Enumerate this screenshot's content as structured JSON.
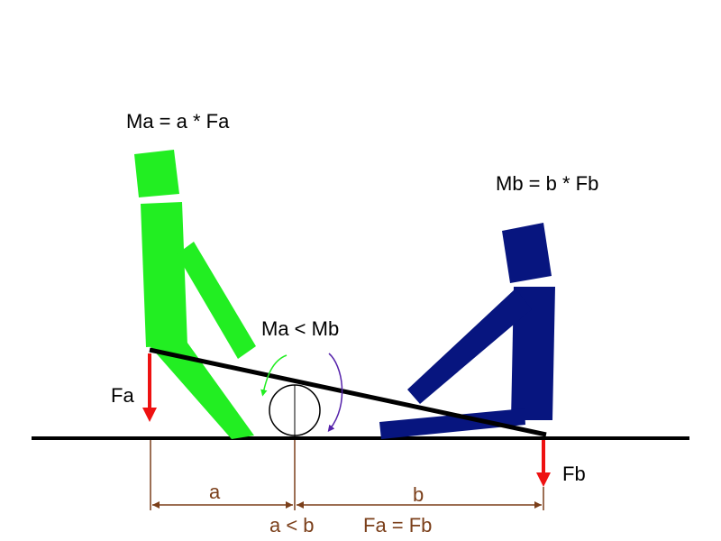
{
  "labels": {
    "moment_a": "Ma = a * Fa",
    "moment_b": "Mb = b * Fb",
    "comparison": "Ma < Mb",
    "force_a": "Fa",
    "force_b": "Fb",
    "distance_a": "a",
    "distance_b": "b",
    "distance_relation": "a < b",
    "force_relation": "Fa = Fb"
  },
  "colors": {
    "person_a": "#22ee22",
    "person_b": "#07157f",
    "force_arrow": "#ee1111",
    "dimension_lines": "#7b3f1a",
    "moment_arrow_a": "#22ee22",
    "moment_arrow_b": "#5522aa"
  }
}
